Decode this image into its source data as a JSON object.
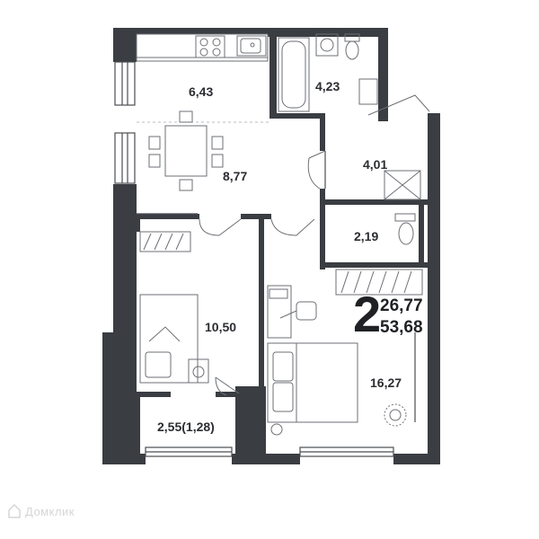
{
  "rooms_count": "2",
  "living_area": "26,77",
  "total_area": "53,68",
  "rooms": {
    "kitchen": "6,43",
    "bathroom": "4,23",
    "living": "8,77",
    "hallway": "4,01",
    "toilet": "2,19",
    "bedroom_small": "10,50",
    "bedroom_large": "16,27",
    "balcony": "2,55(1,28)"
  },
  "watermark": "Домклик",
  "colors": {
    "wall": "#3a3d42",
    "text": "#2b2d31"
  }
}
